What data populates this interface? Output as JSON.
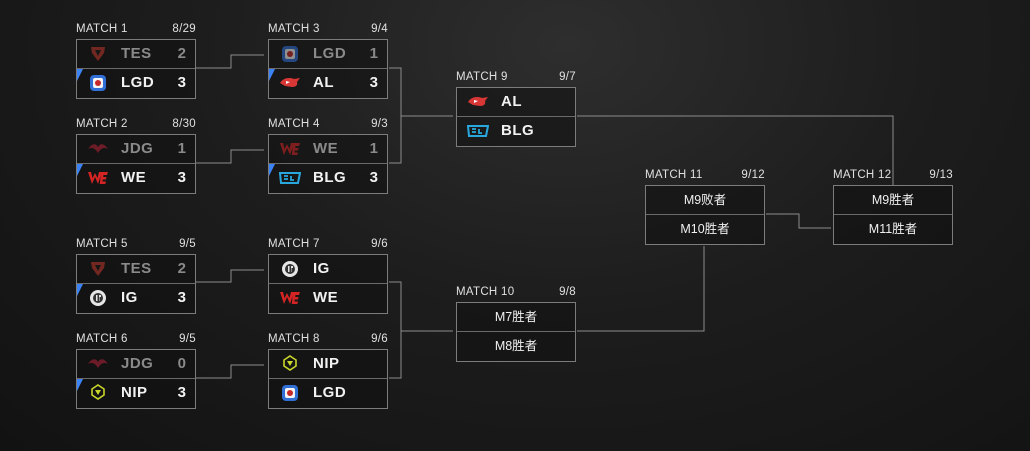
{
  "matches": {
    "m1": {
      "label": "MATCH 1",
      "date": "8/29",
      "top": {
        "team": "TES",
        "score": "2",
        "logo": "tes-logo"
      },
      "bottom": {
        "team": "LGD",
        "score": "3",
        "logo": "lgd-logo"
      }
    },
    "m2": {
      "label": "MATCH 2",
      "date": "8/30",
      "top": {
        "team": "JDG",
        "score": "1",
        "logo": "jdg-logo"
      },
      "bottom": {
        "team": "WE",
        "score": "3",
        "logo": "we-logo"
      }
    },
    "m3": {
      "label": "MATCH 3",
      "date": "9/4",
      "top": {
        "team": "LGD",
        "score": "1",
        "logo": "lgd-logo"
      },
      "bottom": {
        "team": "AL",
        "score": "3",
        "logo": "al-logo"
      }
    },
    "m4": {
      "label": "MATCH 4",
      "date": "9/3",
      "top": {
        "team": "WE",
        "score": "1",
        "logo": "we-logo"
      },
      "bottom": {
        "team": "BLG",
        "score": "3",
        "logo": "blg-logo"
      }
    },
    "m5": {
      "label": "MATCH 5",
      "date": "9/5",
      "top": {
        "team": "TES",
        "score": "2",
        "logo": "tes-logo"
      },
      "bottom": {
        "team": "IG",
        "score": "3",
        "logo": "ig-logo"
      }
    },
    "m6": {
      "label": "MATCH 6",
      "date": "9/5",
      "top": {
        "team": "JDG",
        "score": "0",
        "logo": "jdg-logo"
      },
      "bottom": {
        "team": "NIP",
        "score": "3",
        "logo": "nip-logo"
      }
    },
    "m7": {
      "label": "MATCH 7",
      "date": "9/6",
      "top": {
        "team": "IG",
        "logo": "ig-logo"
      },
      "bottom": {
        "team": "WE",
        "logo": "we-logo"
      }
    },
    "m8": {
      "label": "MATCH 8",
      "date": "9/6",
      "top": {
        "team": "NIP",
        "logo": "nip-logo"
      },
      "bottom": {
        "team": "LGD",
        "logo": "lgd-logo"
      }
    },
    "m9": {
      "label": "MATCH 9",
      "date": "9/7",
      "top": {
        "team": "AL",
        "logo": "al-logo"
      },
      "bottom": {
        "team": "BLG",
        "logo": "blg-logo"
      }
    },
    "m10": {
      "label": "MATCH 10",
      "date": "9/8",
      "top": {
        "placeholder": "M7胜者"
      },
      "bottom": {
        "placeholder": "M8胜者"
      }
    },
    "m11": {
      "label": "MATCH 11",
      "date": "9/12",
      "top": {
        "placeholder": "M9败者"
      },
      "bottom": {
        "placeholder": "M10胜者"
      }
    },
    "m12": {
      "label": "MATCH 12",
      "date": "9/13",
      "top": {
        "placeholder": "M9胜者"
      },
      "bottom": {
        "placeholder": "M11胜者"
      }
    }
  },
  "colors": {
    "winner_flag": "#3b82f6",
    "loser_text": "#8a8a8a",
    "winner_text": "#f2f2f2",
    "box_border": "#7c7c7c",
    "tes": "#c0392b",
    "lgd": "#2f6fd6",
    "jdg": "#b8243a",
    "we": "#d42424",
    "al": "#d93636",
    "blg": "#29a8e0",
    "ig": "#cfcfcf",
    "nip": "#c9d62a"
  }
}
